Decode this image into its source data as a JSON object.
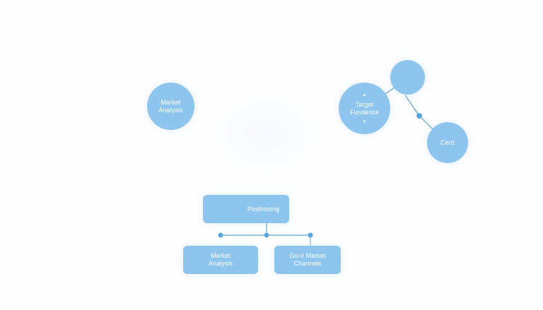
{
  "colors": {
    "node_fill": "#8ec5ee",
    "connector": "#5aa6dc",
    "background": "#fefeff",
    "text": "#ffffff"
  },
  "nodes": {
    "market_analysis_top": {
      "line1": "Market",
      "line2": "Analysis"
    },
    "target_audience": {
      "line1": "Target",
      "line2": "Fundence",
      "arrow_up": "▲",
      "arrow_down": "▼"
    },
    "blank_circle": {
      "label": ""
    },
    "cert": {
      "label": "Certt"
    },
    "positioning": {
      "label": "Positioning"
    },
    "market_analysis_bottom": {
      "line1": "Market",
      "line2": "Analysis"
    },
    "go_to_market": {
      "line1": "Go-o Market",
      "line2": "Channels"
    }
  }
}
